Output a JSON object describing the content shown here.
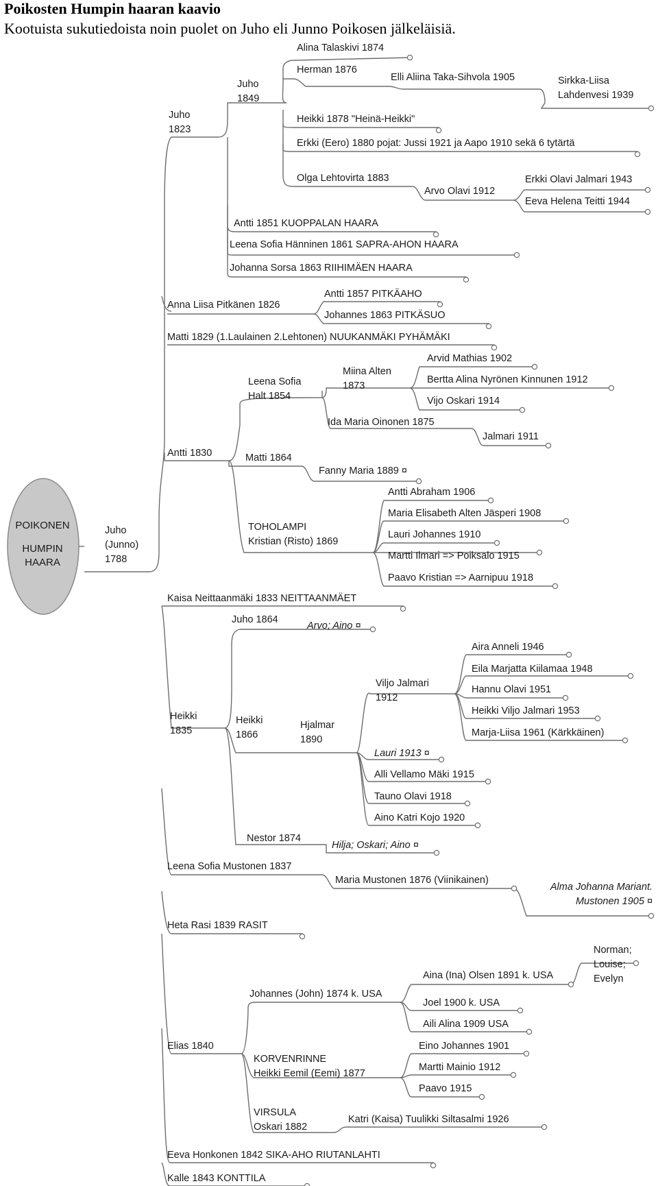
{
  "title": "Poikosten Humpin haaran kaavio",
  "subtitle": "Kootuista sukutiedoista noin puolet on Juho eli Junno Poikosen jälkeläisiä.",
  "root": [
    "POIKONEN",
    "HUMPIN",
    "HAARA"
  ],
  "labels": {
    "juho1788": [
      "Juho",
      "(Junno)",
      "1788"
    ],
    "juho1823": [
      "Juho",
      "1823"
    ],
    "juho1849": [
      "Juho",
      "1849"
    ],
    "alina": "Alina Talaskivi 1874",
    "herman": "Herman 1876",
    "elli": "Elli Aliina Taka-Sihvola 1905",
    "sirkka": [
      "Sirkka-Liisa",
      "Lahdenvesi 1939"
    ],
    "heikki1878": "Heikki 1878 \"Heinä-Heikki\"",
    "erkki1880": "Erkki (Eero) 1880   pojat: Jussi 1921 ja Aapo 1910 sekä 6 tytärtä",
    "olga": "Olga Lehtovirta 1883",
    "arvo1912": "Arvo Olavi 1912",
    "erkkiolavi": "Erkki Olavi Jalmari 1943",
    "eeva1944": "Eeva Helena Teitti 1944",
    "antti1851": "Antti 1851     KUOPPALAN  HAARA",
    "leena1861": "Leena Sofia Hänninen 1861 SAPRA-AHON  HAARA",
    "johanna1863": "Johanna Sorsa 1863      RIIHIMÄEN  HAARA",
    "annaliisa": "Anna Liisa Pitkänen 1826",
    "antti1857": "Antti 1857    PITKÄAHO",
    "johannes1863": "Johannes 1863    PITKÄSUO",
    "matti1829": "Matti 1829 (1.Laulainen 2.Lehtonen)  NUUKANMÄKI  PYHÄMÄKI",
    "antti1830": "Antti 1830",
    "leenahalt": [
      "Leena Sofia",
      "Halt 1854"
    ],
    "miina": [
      "Miina Alten",
      "1873"
    ],
    "arvid": "Arvid Mathias 1902",
    "bertta": "Bertta Alina Nyrönen Kinnunen 1912",
    "vijo": "Vijo Oskari 1914",
    "ida": "Ida Maria Oinonen 1875",
    "jalmari1911": "Jalmari 1911",
    "matti1864": "Matti 1864",
    "fanny": "Fanny Maria 1889 ¤",
    "toholampi": [
      "TOHOLAMPI",
      "Kristian (Risto) 1869"
    ],
    "anttiabr": "Antti Abraham 1906",
    "mariaeli": "Maria Elisabeth Alten Jäsperi 1908",
    "lauri1910": "Lauri Johannes 1910",
    "martti1915": "Martti Ilmari => Poiksalo 1915",
    "paavo1918": "Paavo Kristian => Aarnipuu 1918",
    "kaisa1833": "Kaisa Neittaanmäki 1833    NEITTAANMÄET",
    "juho1864": "Juho 1864",
    "arvoaino": "Arvo; Aino ¤",
    "heikki1835": [
      "Heikki",
      "1835"
    ],
    "heikki1866": [
      "Heikki",
      "1866"
    ],
    "hjalmar": [
      "Hjalmar",
      "1890"
    ],
    "viljo1912": [
      "Viljo Jalmari",
      "1912"
    ],
    "aira": "Aira Anneli 1946",
    "eila": "Eila Marjatta Kiilamaa 1948",
    "hannu": "Hannu Olavi 1951",
    "heikkiviljo": "Heikki Viljo Jalmari 1953",
    "marjaliisa": "Marja-Liisa 1961 (Kärkkäinen)",
    "lauri1913": "Lauri 1913 ¤",
    "alli": "Alli Vellamo Mäki 1915",
    "tauno": "Tauno Olavi 1918",
    "ainokatri": "Aino Katri Kojo 1920",
    "nestor": "Nestor 1874",
    "hilja": "Hilja; Oskari; Aino ¤",
    "leenamust": "Leena Sofia Mustonen 1837",
    "mariamust": "Maria Mustonen 1876 (Viinikainen)",
    "alma": [
      "Alma Johanna Mariant.",
      "Mustonen 1905 ¤"
    ],
    "heta": "Heta Rasi 1839  RASIT",
    "elias": "Elias 1840",
    "johannes1874": "Johannes (John) 1874 k. USA",
    "aina": "Aina (Ina) Olsen 1891 k. USA",
    "norman": [
      "Norman;",
      "Louise;",
      "Evelyn"
    ],
    "joel": "Joel 1900 k.  USA",
    "aili": "Aili Alina 1909   USA",
    "korvenrinne": [
      "KORVENRINNE",
      "Heikki Eemil (Eemi) 1877"
    ],
    "eino": "Eino Johannes 1901",
    "marttimainio": "Martti Mainio 1912",
    "paavo1915": "Paavo 1915",
    "virsula": [
      "VIRSULA",
      "Oskari 1882"
    ],
    "katri": "Katri (Kaisa) Tuulikki Siltasalmi 1926",
    "eeva1842": "Eeva Honkonen 1842   SIKA-AHO   RIUTANLAHTI",
    "kalle": "Kalle 1843    KONTTILA"
  }
}
